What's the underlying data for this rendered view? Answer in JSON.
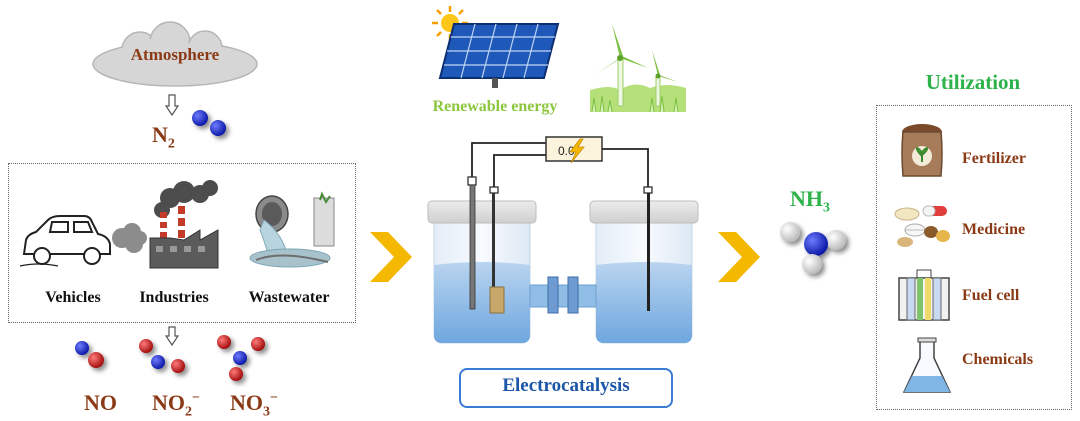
{
  "sources": {
    "atmosphere_label": "Atmosphere",
    "n2_label": {
      "main": "N",
      "sub": "2"
    },
    "items": [
      {
        "label": "Vehicles"
      },
      {
        "label": "Industries"
      },
      {
        "label": "Wastewater"
      }
    ],
    "nitrogen_oxides": [
      {
        "main": "NO",
        "sub": "",
        "sup": ""
      },
      {
        "main": "NO",
        "sub": "2",
        "sup": "−"
      },
      {
        "main": "NO",
        "sub": "3",
        "sup": "−"
      }
    ]
  },
  "center": {
    "renewable_label": "Renewable energy",
    "meter_reading": "0.0",
    "process_label": "Electrocatalysis"
  },
  "product": {
    "main": "NH",
    "sub": "3"
  },
  "utilization": {
    "title": "Utilization",
    "items": [
      {
        "label": "Fertilizer",
        "icon": "fertilizer-bag-icon"
      },
      {
        "label": "Medicine",
        "icon": "pills-icon"
      },
      {
        "label": "Fuel cell",
        "icon": "fuel-cell-icon"
      },
      {
        "label": "Chemicals",
        "icon": "flask-icon"
      }
    ]
  },
  "colors": {
    "brown_label": "#8b3a16",
    "green_title": "#2db34a",
    "arrow": "#f5b800",
    "process_box": "#3a7bd5",
    "nitrogen_atom": "#1c2ccf",
    "oxygen_atom": "#d42020"
  }
}
